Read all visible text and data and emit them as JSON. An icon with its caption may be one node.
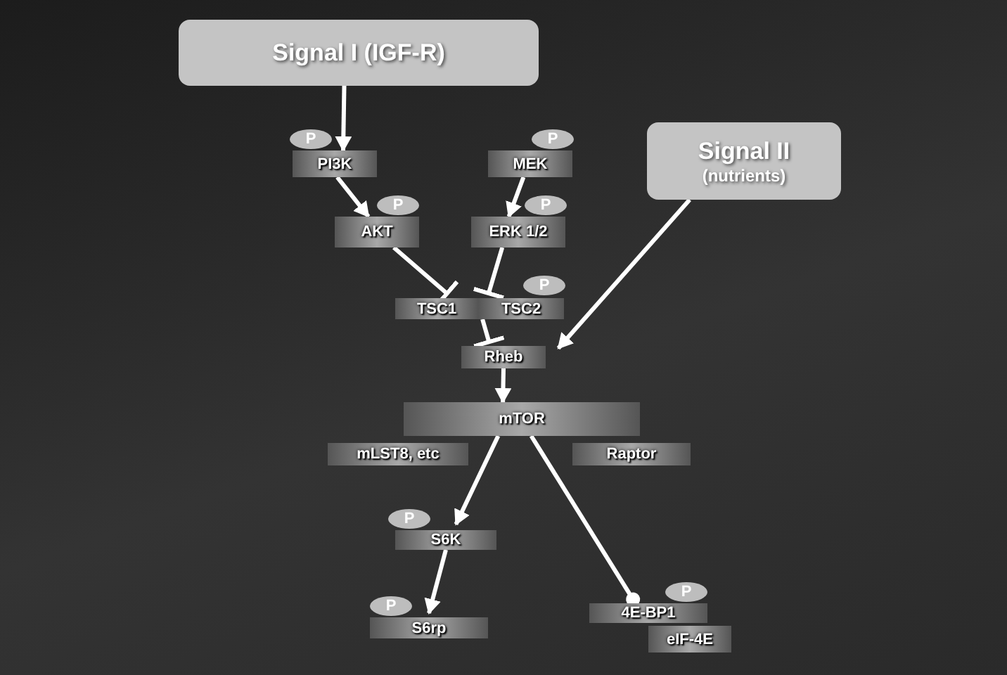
{
  "diagram": {
    "nodes": [
      {
        "text": [
          "Signal I (IGF-R)"
        ]
      },
      {
        "text": [
          "P"
        ]
      },
      {
        "text": [
          "PI3K"
        ]
      },
      {
        "text": [
          "P"
        ]
      },
      {
        "text": [
          "MEK"
        ]
      },
      {
        "text": [
          "Signal II",
          "(nutrients)"
        ]
      },
      {
        "text": [
          "P"
        ]
      },
      {
        "text": [
          "AKT"
        ]
      },
      {
        "text": [
          "P"
        ]
      },
      {
        "text": [
          "ERK 1/2"
        ]
      },
      {
        "text": [
          "P"
        ]
      },
      {
        "text": [
          "TSC1"
        ]
      },
      {
        "text": [
          "TSC2"
        ]
      },
      {
        "text": [
          "Rheb"
        ]
      },
      {
        "text": [
          "mTOR"
        ]
      },
      {
        "text": [
          "mLST8, etc"
        ]
      },
      {
        "text": [
          "Raptor"
        ]
      },
      {
        "text": [
          "P"
        ]
      },
      {
        "text": [
          "S6K"
        ]
      },
      {
        "text": [
          "P"
        ]
      },
      {
        "text": [
          "S6rp"
        ]
      },
      {
        "text": [
          "P"
        ]
      },
      {
        "text": [
          "4E-BP1"
        ]
      },
      {
        "text": [
          "eIF-4E"
        ]
      }
    ],
    "edges": [
      {
        "from": 0,
        "to": 2,
        "arrow": "to"
      },
      {
        "from": 2,
        "to": 7,
        "arrow": "to"
      },
      {
        "from": 4,
        "to": 9,
        "arrow": "to"
      },
      {
        "from": 7,
        "to": 11,
        "arrow": "other"
      },
      {
        "from": 9,
        "to": 12,
        "arrow": "other"
      },
      {
        "from": 12,
        "to": 13,
        "arrow": "other"
      },
      {
        "from": 5,
        "to": 13,
        "arrow": "to"
      },
      {
        "from": 13,
        "to": 14,
        "arrow": "to"
      },
      {
        "from": 14,
        "to": 18,
        "arrow": "to"
      },
      {
        "from": 14,
        "to": 22,
        "arrow": "other"
      },
      {
        "from": 18,
        "to": 20,
        "arrow": "to"
      }
    ]
  }
}
